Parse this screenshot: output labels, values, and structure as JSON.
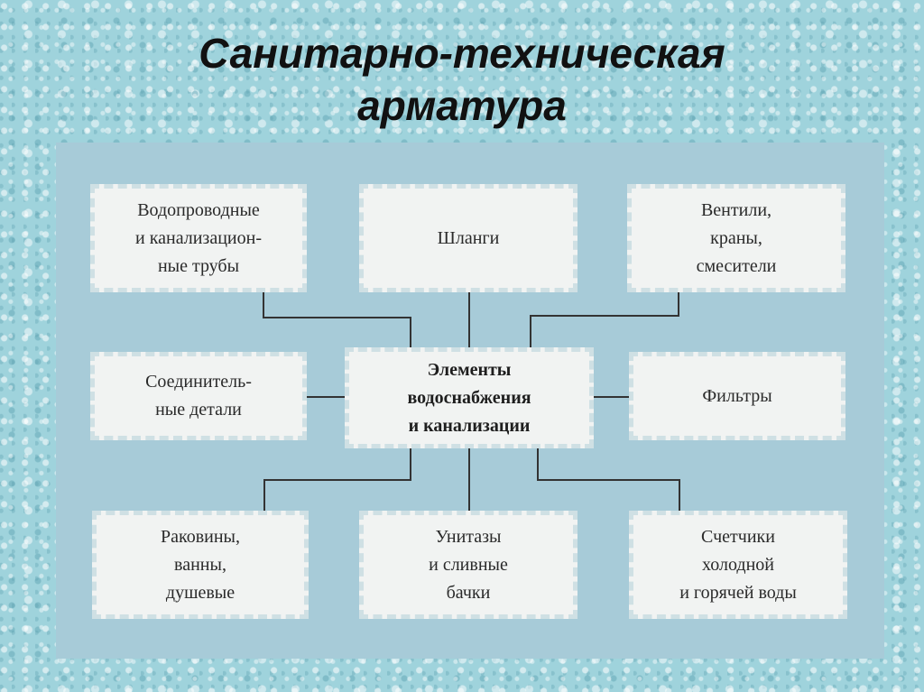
{
  "title": "Санитарно-техническая\nарматура",
  "diagram": {
    "center": "Элементы\nводоснабжения\nи канализации",
    "top_left": "Водопроводные\nи канализацион-\nные трубы",
    "top_middle": "Шланги",
    "top_right": "Вентили,\nкраны,\nсмесители",
    "middle_left": "Соединитель-\nные детали",
    "middle_right": "Фильтры",
    "bottom_left": "Раковины,\nванны,\nдушевые",
    "bottom_middle": "Унитазы\nи сливные\nбачки",
    "bottom_right": "Счетчики\nхолодной\nи горячей воды"
  },
  "colors": {
    "background": "#9fd3dc",
    "panel": "#a7cbd8",
    "box": "#f1f3f2",
    "line": "#333333"
  }
}
